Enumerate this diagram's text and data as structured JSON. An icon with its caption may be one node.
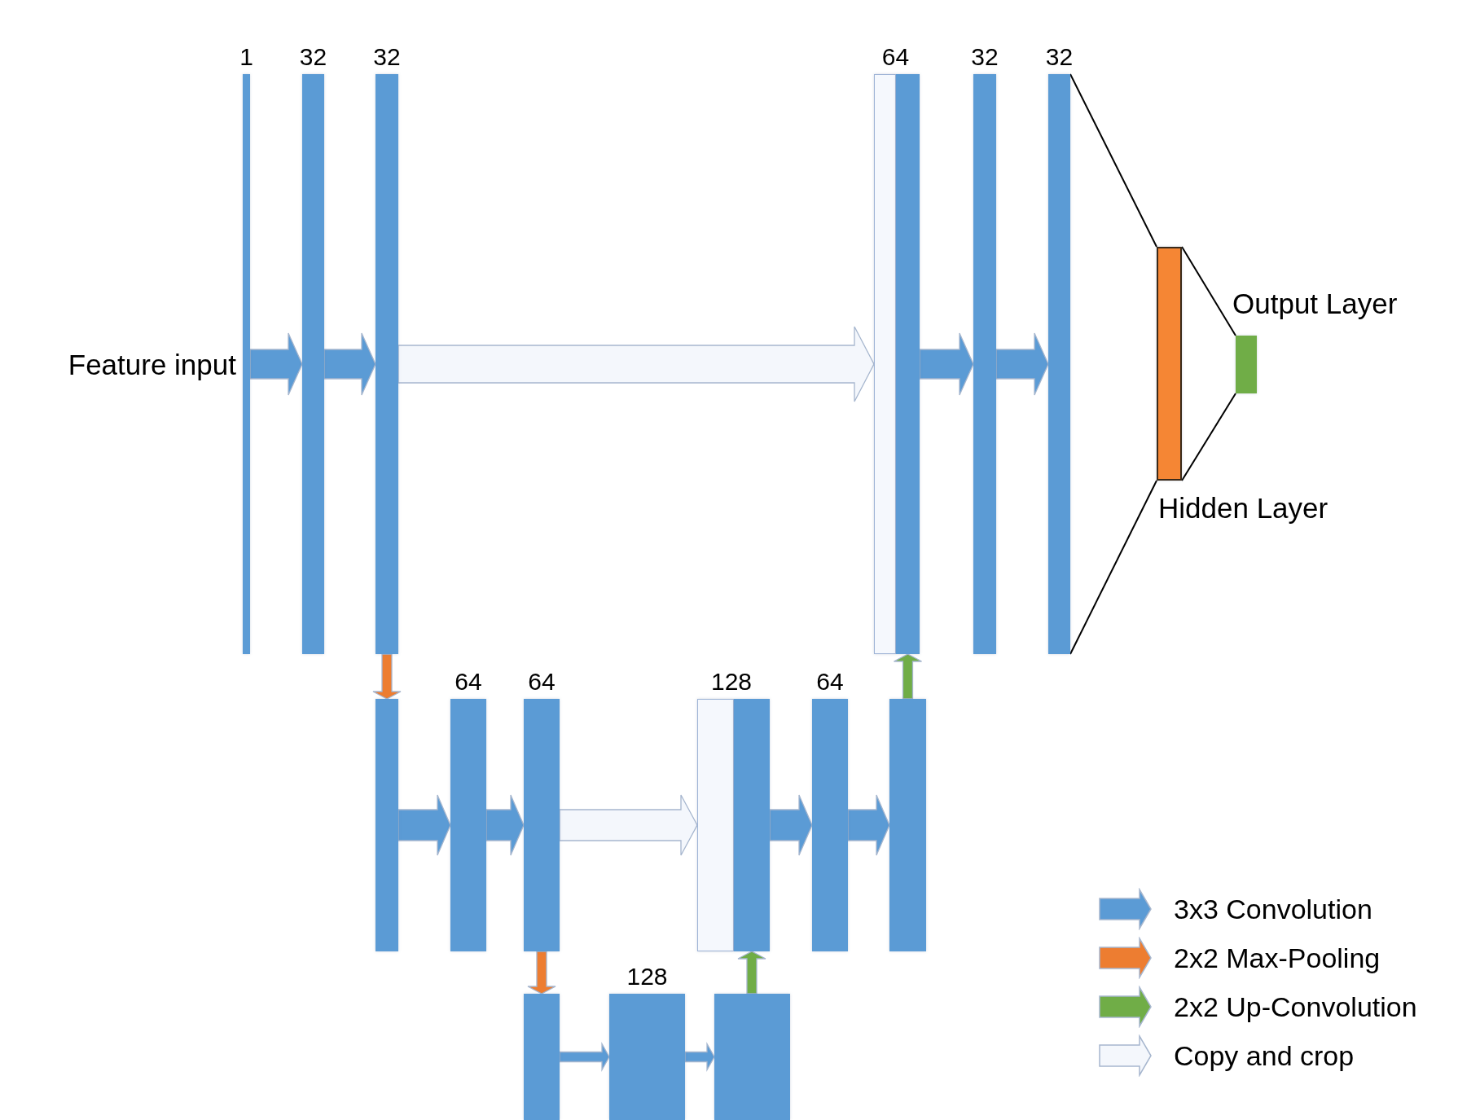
{
  "diagram": {
    "nodes": [
      {
        "text": [
          "1"
        ],
        "beside": [
          "Feature input"
        ]
      },
      {
        "text": [
          "32"
        ]
      },
      {
        "text": [
          "32"
        ]
      },
      {
        "text": [],
        "shape": "bar"
      },
      {
        "text": [
          "64"
        ]
      },
      {
        "text": [
          "32"
        ]
      },
      {
        "text": [
          "32"
        ]
      },
      {
        "text": [
          "Hidden Layer"
        ]
      },
      {
        "text": [
          "Output Layer"
        ]
      },
      {
        "text": [],
        "shape": "bar"
      },
      {
        "text": [
          "64"
        ]
      },
      {
        "text": [
          "64"
        ]
      },
      {
        "text": [],
        "shape": "bar"
      },
      {
        "text": [
          "128"
        ]
      },
      {
        "text": [
          "64"
        ]
      },
      {
        "text": [],
        "shape": "bar"
      },
      {
        "text": [],
        "shape": "bar"
      },
      {
        "text": [
          "128"
        ]
      },
      {
        "text": [],
        "shape": "bar"
      }
    ],
    "edges": [
      {
        "from": 0,
        "to": 1,
        "arrow": "to"
      },
      {
        "from": 1,
        "to": 2,
        "arrow": "to"
      },
      {
        "from": 2,
        "to": 3,
        "arrow": "to",
        "color": "#f4f7fc"
      },
      {
        "from": 4,
        "to": 5,
        "arrow": "to"
      },
      {
        "from": 5,
        "to": 6,
        "arrow": "to"
      },
      {
        "from": 6,
        "to": 7,
        "arrow": "none",
        "color": "#000000"
      },
      {
        "from": 6,
        "to": 7,
        "arrow": "none",
        "color": "#000000"
      },
      {
        "from": 7,
        "to": 8,
        "arrow": "none",
        "color": "#000000"
      },
      {
        "from": 7,
        "to": 8,
        "arrow": "none",
        "color": "#000000"
      },
      {
        "from": 2,
        "to": 9,
        "arrow": "to",
        "color": "#ed7d31"
      },
      {
        "from": 9,
        "to": 10,
        "arrow": "to"
      },
      {
        "from": 10,
        "to": 11,
        "arrow": "to"
      },
      {
        "from": 11,
        "to": 12,
        "arrow": "to",
        "color": "#f4f7fc"
      },
      {
        "from": 13,
        "to": 14,
        "arrow": "to"
      },
      {
        "from": 14,
        "to": 15,
        "arrow": "to"
      },
      {
        "from": 15,
        "to": 4,
        "arrow": "to",
        "color": "#70ad47"
      },
      {
        "from": 11,
        "to": 16,
        "arrow": "to",
        "color": "#ed7d31"
      },
      {
        "from": 16,
        "to": 17,
        "arrow": "to"
      },
      {
        "from": 17,
        "to": 18,
        "arrow": "to"
      },
      {
        "from": 18,
        "to": 13,
        "arrow": "to",
        "color": "#70ad47"
      }
    ],
    "legend": [
      {
        "text": "3x3 Convolution",
        "color": "#5b9bd5"
      },
      {
        "text": "2x2 Max-Pooling",
        "color": "#ed7d31"
      },
      {
        "text": "2x2 Up-Convolution",
        "color": "#70ad47"
      },
      {
        "text": "Copy and crop",
        "color": "#f4f7fc"
      }
    ]
  }
}
